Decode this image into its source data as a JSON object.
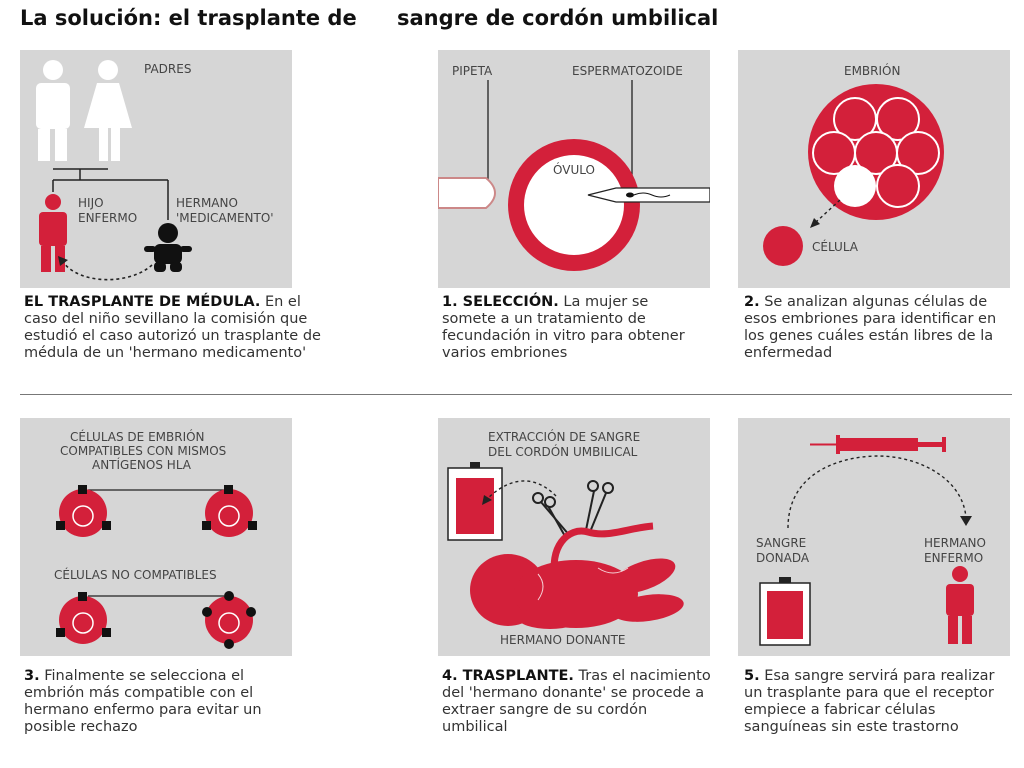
{
  "title_left": "La solución: el trasplante de",
  "title_right": "sangre de cordón umbilical",
  "panel1": {
    "label_padres": "PADRES",
    "label_hijo": [
      "HIJO",
      "ENFERMO"
    ],
    "label_hermano": [
      "HERMANO",
      "'MEDICAMENTO'"
    ],
    "caption_title": "EL TRASPLANTE DE MÉDULA.",
    "caption_text": "En el caso del niño sevillano la comisión que estudió el caso autorizó un trasplante de médula de un 'hermano medicamento'"
  },
  "panel2": {
    "label_pipeta": "PIPETA",
    "label_esperma": "ESPERMATOZOIDE",
    "label_ovulo": "ÓVULO",
    "caption_title": "1. SELECCIÓN.",
    "caption_text": "La mujer se somete a un tratamiento de fecundación in vitro para obtener varios embriones"
  },
  "panel3": {
    "label_embrion": "EMBRIÓN",
    "label_celula": "CÉLULA",
    "caption_title": "2.",
    "caption_text": "Se analizan algunas células de esos embriones para identificar en los genes cuáles están libres de la enfermedad"
  },
  "panel4": {
    "label_compatibles": [
      "CÉLULAS DE EMBRIÓN",
      "COMPATIBLES CON MISMOS",
      "ANTÍGENOS HLA"
    ],
    "label_no_compatibles": "CÉLULAS NO COMPATIBLES",
    "caption_title": "3.",
    "caption_text": "Finalmente se selecciona el embrión más compatible con el hermano enfermo para evitar un posible rechazo"
  },
  "panel5": {
    "label_extraccion": [
      "EXTRACCIÓN DE SANGRE",
      "DEL CORDÓN UMBILICAL"
    ],
    "label_donante": "HERMANO DONANTE",
    "caption_title": "4. TRASPLANTE.",
    "caption_text": "Tras el nacimiento del 'hermano donante' se procede a extraer sangre de su cordón umbilical"
  },
  "panel6": {
    "label_sangre": [
      "SANGRE",
      "DONADA"
    ],
    "label_enfermo": [
      "HERMANO",
      "ENFERMO"
    ],
    "caption_title": "5.",
    "caption_text": "Esa sangre servirá para realizar un trasplante para que el receptor empiece a fabricar células sanguíneas sin este trastorno"
  },
  "colors": {
    "red": "#d3203a",
    "panel": "#d6d6d6",
    "dark": "#111111"
  }
}
